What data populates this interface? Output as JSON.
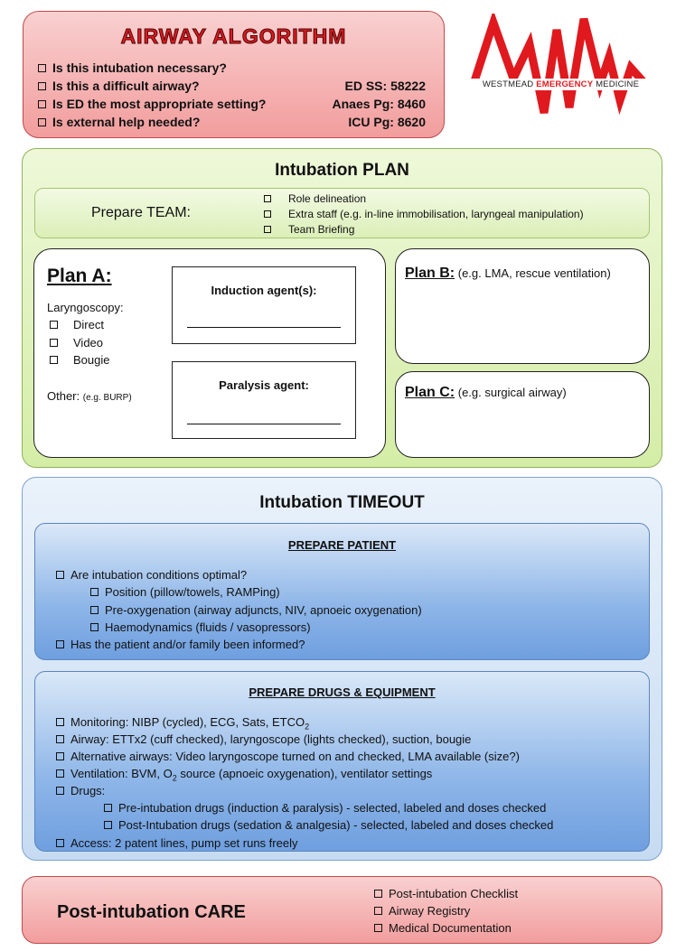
{
  "header": {
    "title": "AIRWAY ALGORITHM",
    "questions": [
      "Is this intubation necessary?",
      "Is this a difficult airway?",
      "Is ED the most appropriate setting?",
      "Is external help needed?"
    ],
    "contacts": [
      "ED SS: 58222",
      "Anaes Pg: 8460",
      "ICU Pg: 8620"
    ]
  },
  "logo": {
    "text_prefix": "WESTMEAD ",
    "text_bold": "EMERGENCY",
    "text_suffix": " MEDICINE",
    "color": "#e0191f"
  },
  "plan": {
    "title": "Intubation PLAN",
    "team_label": "Prepare TEAM:",
    "team_items": [
      "Role delineation",
      "Extra staff (e.g. in-line immobilisation, laryngeal manipulation)",
      "Team Briefing"
    ],
    "plan_a": {
      "title": "Plan A:",
      "laryngoscopy_label": "Laryngoscopy:",
      "options": [
        "Direct",
        "Video",
        "Bougie"
      ],
      "other_label": "Other:",
      "other_example": "(e.g. BURP)",
      "induction_label": "Induction agent(s):",
      "paralysis_label": "Paralysis agent:"
    },
    "plan_b": {
      "title": "Plan B:",
      "desc": " (e.g. LMA, rescue ventilation)"
    },
    "plan_c": {
      "title": "Plan C:",
      "desc": " (e.g. surgical airway)"
    }
  },
  "timeout": {
    "title": "Intubation TIMEOUT",
    "patient": {
      "title": "PREPARE  PATIENT",
      "q1": "Are intubation conditions optimal?",
      "subs": [
        "Position (pillow/towels, RAMPing)",
        "Pre-oxygenation (airway adjuncts, NIV, apnoeic oxygenation)",
        "Haemodynamics (fluids / vasopressors)"
      ],
      "q2": "Has the patient and/or family been informed?"
    },
    "drugs": {
      "title": "PREPARE DRUGS & EQUIPMENT",
      "monitoring": "Monitoring: NIBP (cycled), ECG, Sats, ETCO",
      "monitoring_sub": "2",
      "airway": "Airway: ETTx2 (cuff checked), laryngoscope (lights checked), suction, bougie",
      "alt": "Alternative airways: Video laryngoscope turned on and checked, LMA available (size?)",
      "vent_a": "Ventilation: BVM, O",
      "vent_sub": "2",
      "vent_b": " source (apnoeic oxygenation), ventilator settings",
      "drugs_label": "Drugs:",
      "drug_subs": [
        "Pre-intubation drugs (induction & paralysis) - selected, labeled and doses checked",
        "Post-Intubation drugs (sedation & analgesia) - selected, labeled and doses checked"
      ],
      "access": "Access: 2 patent lines, pump set runs freely"
    }
  },
  "care": {
    "title": "Post-intubation CARE",
    "items": [
      "Post-intubation Checklist",
      "Airway Registry",
      "Medical Documentation"
    ]
  }
}
